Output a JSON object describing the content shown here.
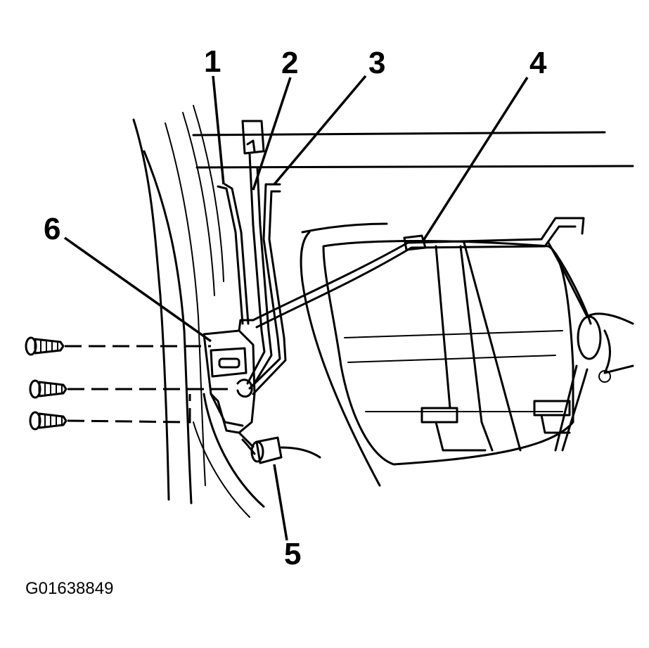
{
  "figure_id": "G01638849",
  "callouts": [
    {
      "label": "1"
    },
    {
      "label": "2"
    },
    {
      "label": "3"
    },
    {
      "label": "4"
    },
    {
      "label": "5"
    },
    {
      "label": "6"
    }
  ]
}
